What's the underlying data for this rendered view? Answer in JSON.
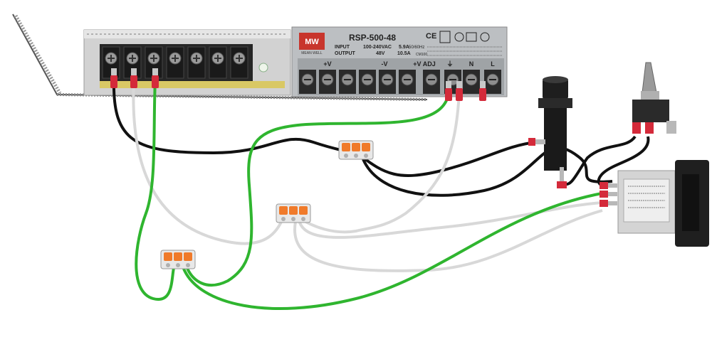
{
  "psu": {
    "brand": "MW",
    "brand_sub": "MEAN WELL",
    "model": "RSP-500-48",
    "input_label": "INPUT",
    "input_value": "100-240VAC",
    "input_current": "5.9A",
    "input_freq": "50/60Hz",
    "output_label": "OUTPUT",
    "output_voltage": "48V",
    "output_current": "10.5A",
    "cert_code": "CM100",
    "terminal_labels": [
      "+V",
      "-V",
      "+V ADJ",
      "⏚",
      "N",
      "L"
    ]
  },
  "colors": {
    "wire_black": "#111111",
    "wire_white": "#d8d8d8",
    "wire_green": "#2fb52f",
    "lug_red": "#d42a3a",
    "wago_orange": "#f07a2a",
    "psu_label_bg": "#b9bcbf",
    "psu_body": "#c8c8c8",
    "terminal_dark": "#2a2a2a"
  }
}
